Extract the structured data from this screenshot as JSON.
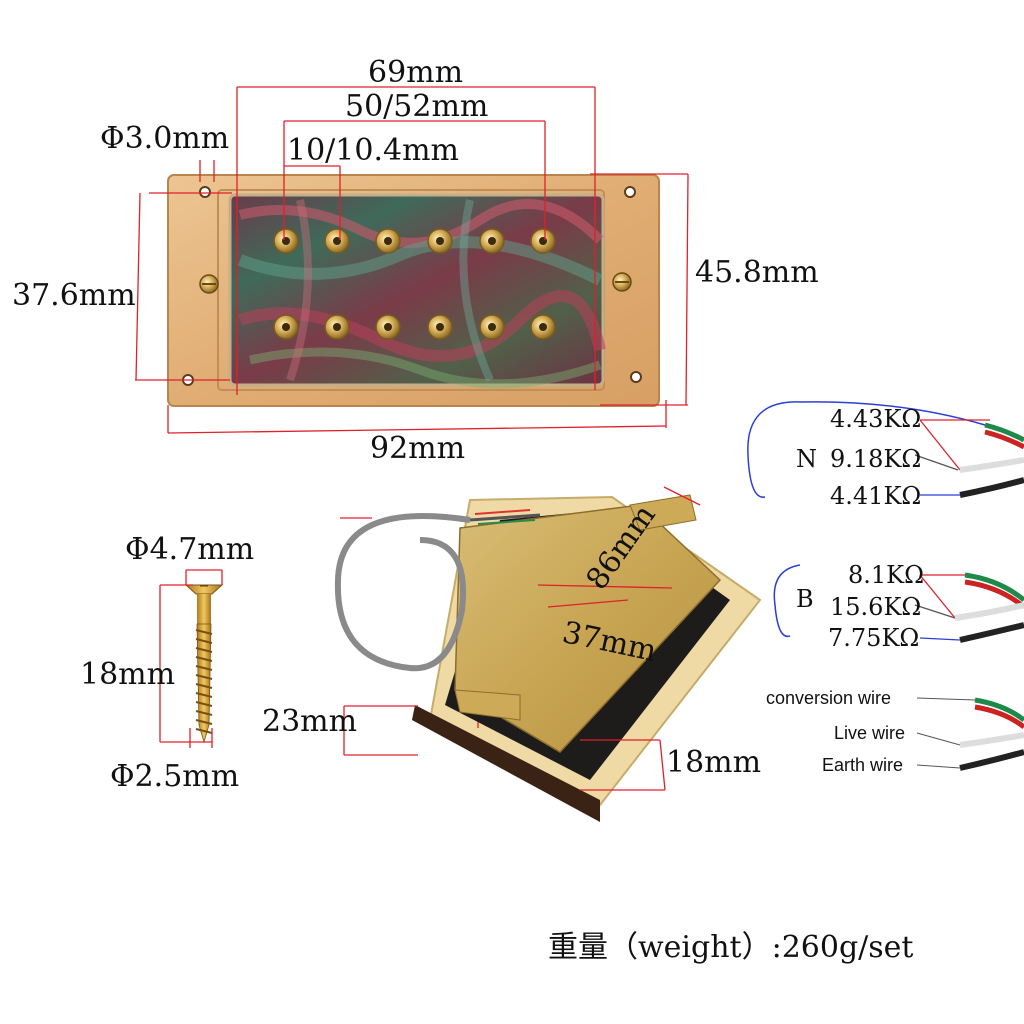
{
  "dimensions": {
    "top_outer_width": "69mm",
    "pole_span": "50/52mm",
    "pole_pitch": "10/10.4mm",
    "hole_diameter": "Φ3.0mm",
    "inner_height": "37.6mm",
    "frame_height": "45.8mm",
    "frame_width": "92mm",
    "screw_head_diameter": "Φ4.7mm",
    "screw_length": "18mm",
    "screw_shank_diameter": "Φ2.5mm",
    "cover_length": "86mm",
    "cover_width": "37mm",
    "pickup_height": "23mm",
    "base_height": "18mm"
  },
  "neck": {
    "label": "N",
    "readings": [
      "4.43KΩ",
      "9.18KΩ",
      "4.41KΩ"
    ]
  },
  "bridge": {
    "label": "B",
    "readings": [
      "8.1KΩ",
      "15.6KΩ",
      "7.75KΩ"
    ]
  },
  "wires": {
    "conversion": "conversion wire",
    "live": "Live wire",
    "earth": "Earth wire"
  },
  "weight": "重量（weight）:260g/set",
  "colors": {
    "dimension_line": "#e0202a",
    "bracket_blue": "#2b3fd8",
    "maple": "#e3b27a",
    "gold": "#d1ad5c",
    "cream": "#efd9a4"
  }
}
